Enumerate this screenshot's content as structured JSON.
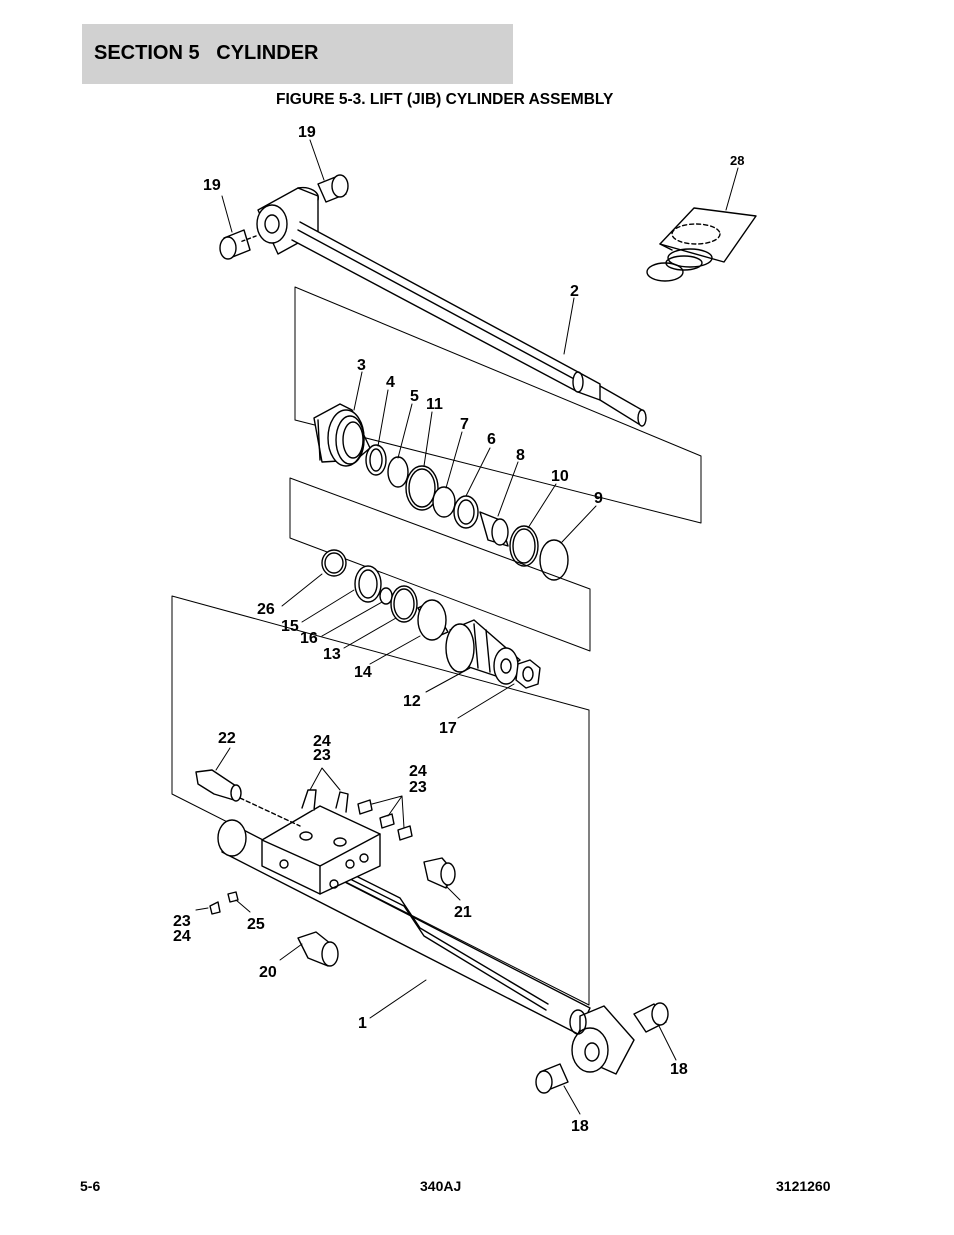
{
  "header": {
    "section_label": "SECTION 5   CYLINDER"
  },
  "figure": {
    "title": "FIGURE 5-3. LIFT (JIB) CYLINDER ASSEMBLY"
  },
  "callouts": {
    "c19a": "19",
    "c19b": "19",
    "c28": "28",
    "c2": "2",
    "c3": "3",
    "c4": "4",
    "c5": "5",
    "c11": "11",
    "c7": "7",
    "c6": "6",
    "c8": "8",
    "c10": "10",
    "c9": "9",
    "c26": "26",
    "c15": "15",
    "c16": "16",
    "c13": "13",
    "c14": "14",
    "c12": "12",
    "c17": "17",
    "c22": "22",
    "c24a": "24",
    "c23a": "23",
    "c24b": "24",
    "c23b": "23",
    "c21": "21",
    "c23c": "23",
    "c24c": "24",
    "c25": "25",
    "c20": "20",
    "c1": "1",
    "c18a": "18",
    "c18b": "18"
  },
  "footer": {
    "page": "5-6",
    "model": "340AJ",
    "doc_number": "3121260"
  }
}
